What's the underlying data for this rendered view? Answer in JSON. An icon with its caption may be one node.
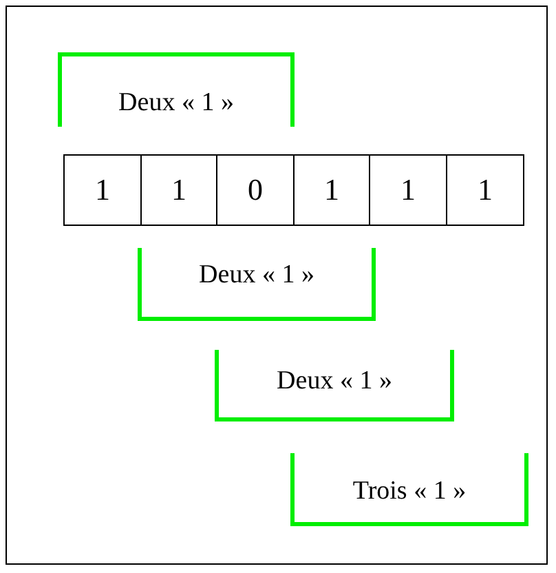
{
  "diagram": {
    "nodes": [
      {
        "text": [
          "Deux « 1 »"
        ]
      },
      {
        "text": [
          "1"
        ]
      },
      {
        "text": [
          "1"
        ]
      },
      {
        "text": [
          "0"
        ]
      },
      {
        "text": [
          "1"
        ]
      },
      {
        "text": [
          "1"
        ]
      },
      {
        "text": [
          "1"
        ]
      },
      {
        "text": [
          "Deux « 1 »"
        ]
      },
      {
        "text": [
          "Deux « 1 »"
        ]
      },
      {
        "text": [
          "Trois « 1 »"
        ]
      }
    ]
  }
}
